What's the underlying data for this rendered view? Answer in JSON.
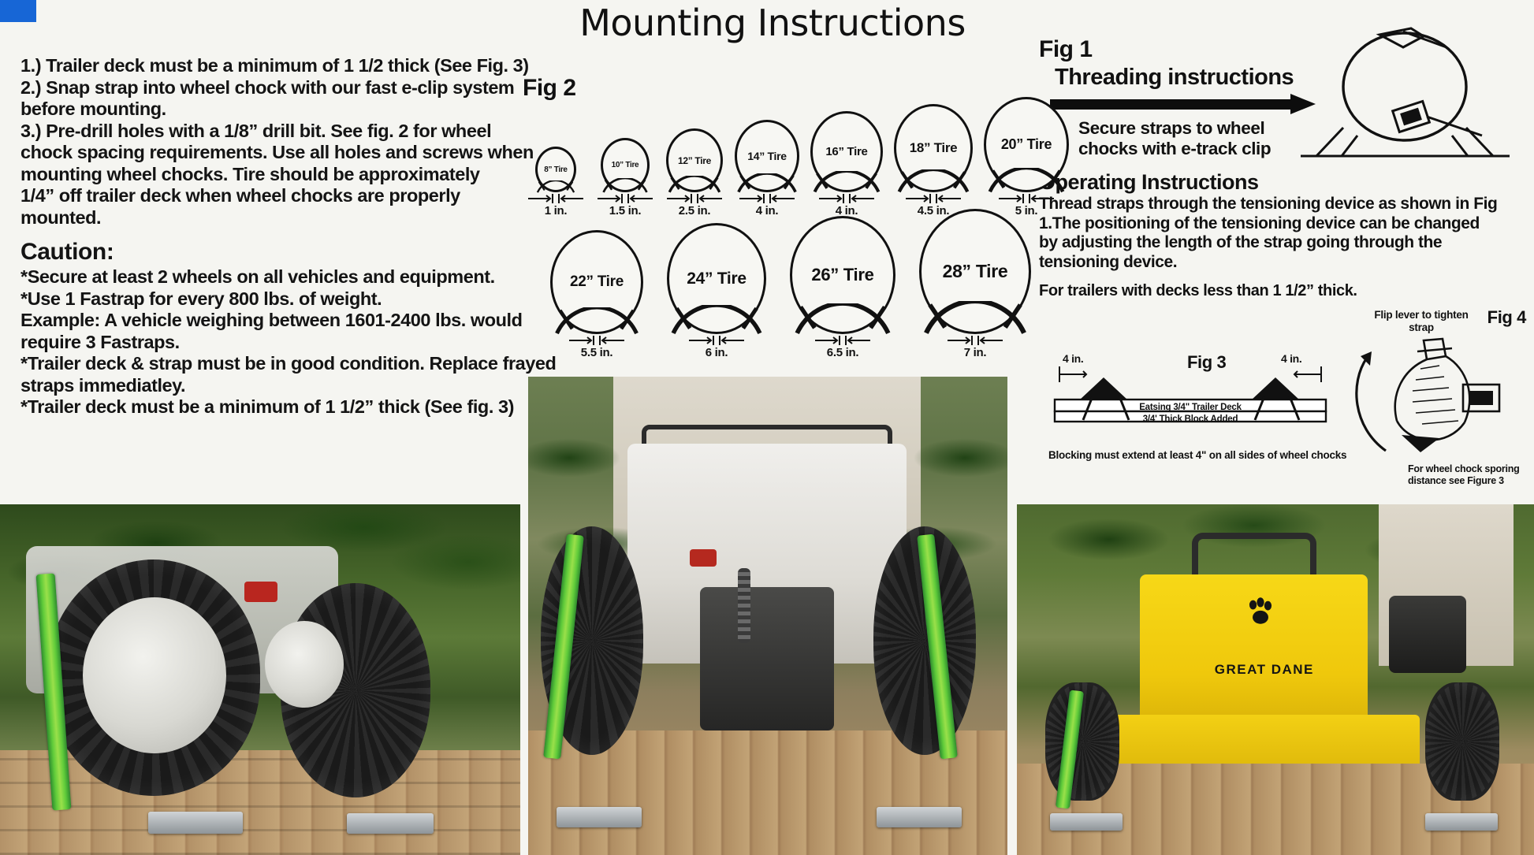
{
  "document": {
    "title": "Mounting Instructions"
  },
  "instructions": {
    "lines": [
      "1.) Trailer deck must be a minimum of 1 1/2 thick (See Fig. 3)",
      "2.) Snap strap into wheel chock with our fast e-clip system",
      "before mounting.",
      "3.) Pre-drill holes with a 1/8” drill bit. See fig. 2 for wheel",
      "chock spacing requirements. Use all holes and screws when",
      "mounting wheel chocks. Tire should be approximately",
      "1/4” off trailer deck when wheel chocks are properly",
      "mounted."
    ]
  },
  "caution": {
    "heading": "Caution:",
    "lines": [
      "*Secure at least 2 wheels on all vehicles and equipment.",
      "*Use 1 Fastrap for every 800 lbs. of weight.",
      "Example: A vehicle weighing between 1601-2400 lbs. would",
      "require 3 Fastraps.",
      "*Trailer deck & strap must be in good condition. Replace frayed",
      "straps immediatley.",
      "*Trailer deck must be a minimum of 1 1/2” thick (See fig. 3)"
    ]
  },
  "fig2": {
    "label": "Fig 2",
    "row1": [
      {
        "tire": "8” Tire",
        "spacing": "1 in.",
        "size": 52
      },
      {
        "tire": "10” Tire",
        "spacing": "1.5 in.",
        "size": 62
      },
      {
        "tire": "12” Tire",
        "spacing": "2.5 in.",
        "size": 72
      },
      {
        "tire": "14” Tire",
        "spacing": "4 in.",
        "size": 82
      },
      {
        "tire": "16” Tire",
        "spacing": "4 in.",
        "size": 92
      },
      {
        "tire": "18” Tire",
        "spacing": "4.5 in.",
        "size": 100
      },
      {
        "tire": "20” Tire",
        "spacing": "5 in.",
        "size": 108
      }
    ],
    "row2": [
      {
        "tire": "22” Tire",
        "spacing": "5.5 in.",
        "size": 118
      },
      {
        "tire": "24” Tire",
        "spacing": "6 in.",
        "size": 126
      },
      {
        "tire": "26” Tire",
        "spacing": "6.5 in.",
        "size": 134
      },
      {
        "tire": "28” Tire",
        "spacing": "7 in.",
        "size": 142
      }
    ]
  },
  "fig1": {
    "label": "Fig 1",
    "heading": "Threading instructions",
    "caption_line1": "Secure straps to wheel",
    "caption_line2": "chocks with e-track clip"
  },
  "operating": {
    "heading": "Operating Instructions",
    "body": "Thread straps through the tensioning device as shown in Fig 1.The positioning of the tensioning device can be changed by adjusting the length of the strap going through the tensioning device.",
    "for_trailers": "For trailers with decks less than 1 1/2” thick."
  },
  "fig3": {
    "label": "Fig 3",
    "dim_left": "4 in.",
    "dim_right": "4 in.",
    "deck_label": "Eatsing 3/4\" Trailer Deck",
    "block_label": "3/4' Thick Block Added",
    "note": "Blocking must extend at least 4\" on all sides of wheel chocks"
  },
  "fig4": {
    "label": "Fig 4",
    "flip_note": "Flip lever to tighten strap",
    "spacing_note": "For wheel chock sporing distance see Figure 3"
  },
  "photos": [
    {
      "name": "atv-front-wheels-strapped",
      "brand_text": ""
    },
    {
      "name": "atv-rear-view-strapped",
      "brand_text": ""
    },
    {
      "name": "great-dane-mower-strapped",
      "brand_text": "GREAT DANE"
    }
  ],
  "colors": {
    "accent_blue": "#1766d6",
    "strap_green": "#5fcb3a",
    "mower_yellow": "#f7d817",
    "ink": "#141414",
    "paper": "#f5f5f1"
  }
}
